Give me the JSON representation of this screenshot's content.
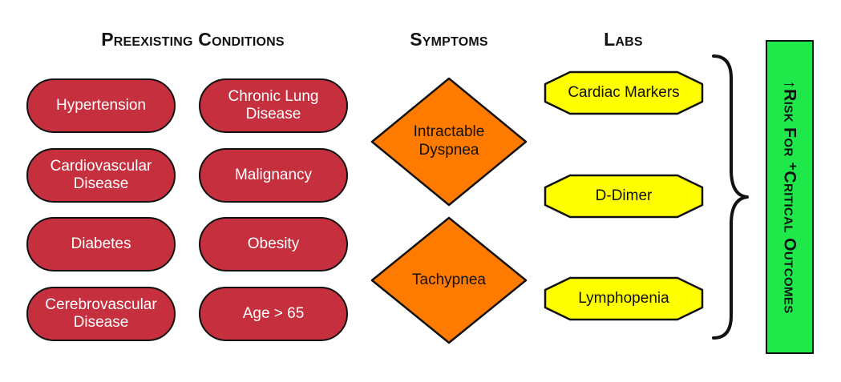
{
  "headings": {
    "preexisting": "Preexisting Conditions",
    "symptoms": "Symptoms",
    "labs": "Labs"
  },
  "conditions": [
    "Hypertension",
    "Chronic Lung Disease",
    "Cardiovascular Disease",
    "Malignancy",
    "Diabetes",
    "Obesity",
    "Cerebrovascular Disease",
    "Age > 65"
  ],
  "symptoms": [
    "Intractable Dyspnea",
    "Tachypnea"
  ],
  "labs": [
    "Cardiac Markers",
    "D-Dimer",
    "Lymphopenia"
  ],
  "outcome": {
    "text": "↑Risk For ⁺Critical Outcomes"
  },
  "colors": {
    "condition_fill": "#c62f3e",
    "symptom_fill": "#ff7b00",
    "lab_fill": "#ffff00",
    "outcome_fill": "#1ee84a"
  }
}
